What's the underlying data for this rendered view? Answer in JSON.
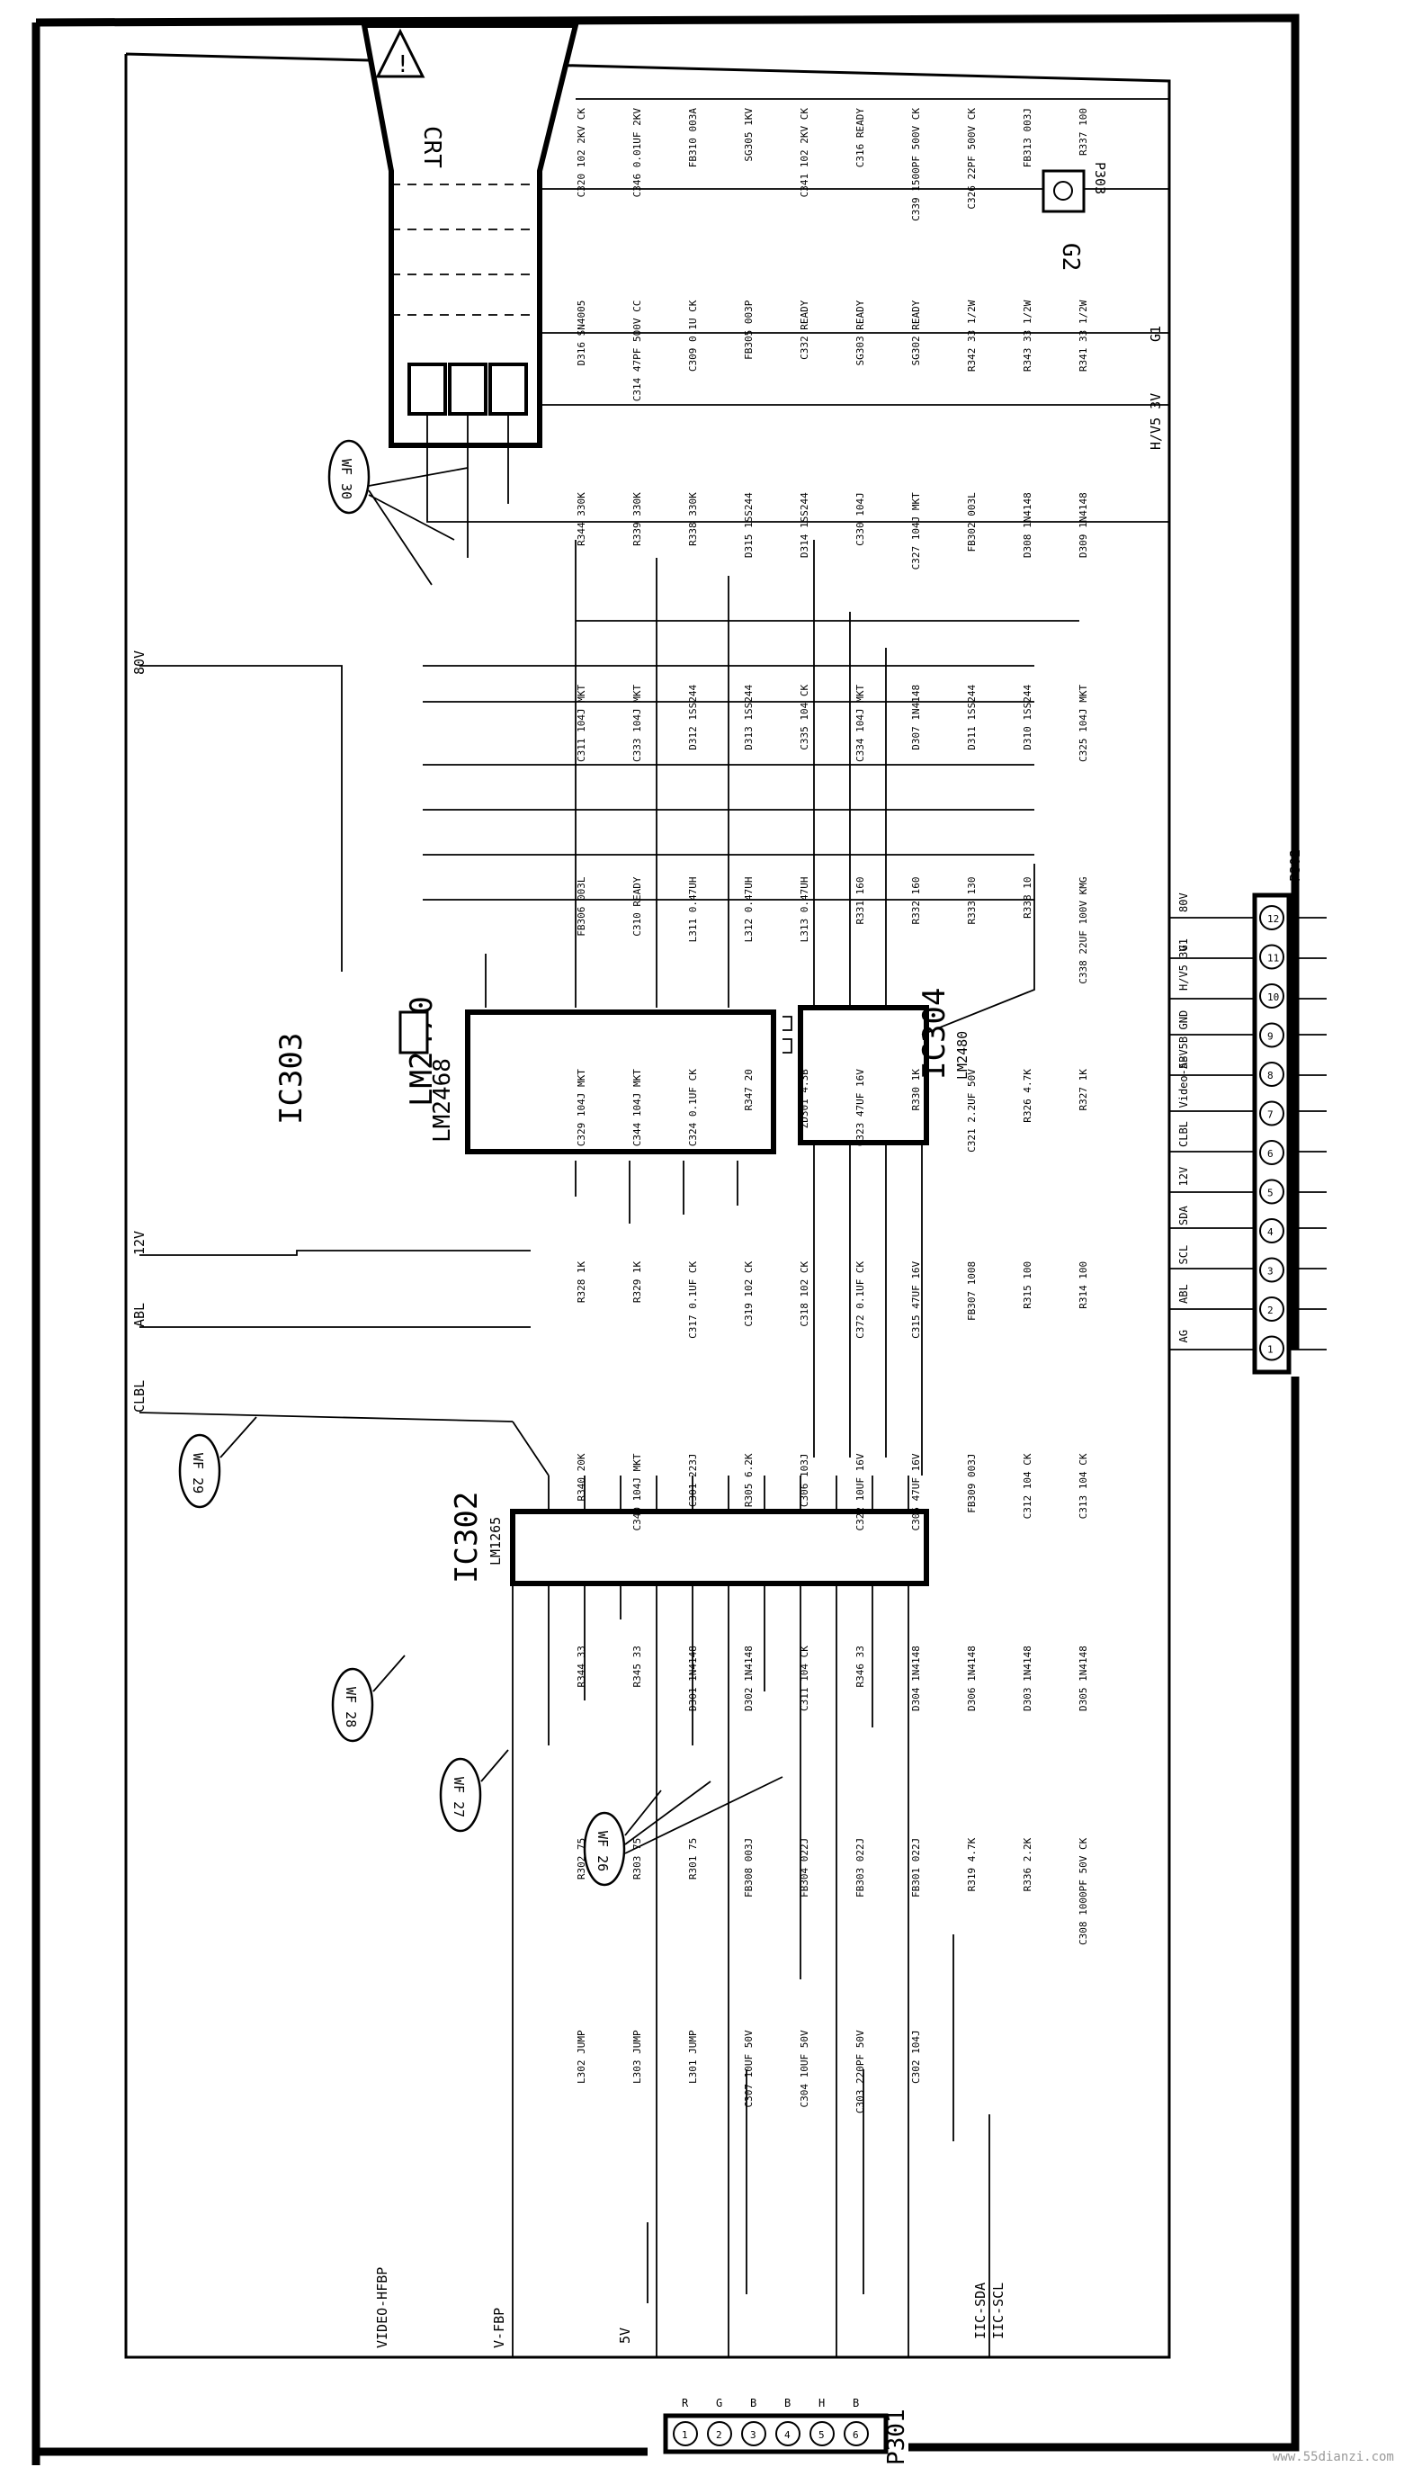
{
  "crt": {
    "label": "CRT",
    "hazard": "!"
  },
  "ics": {
    "ic303": {
      "ref": "IC303",
      "part": "LM2470",
      "alt": "LM2468"
    },
    "ic304": {
      "ref": "IC304",
      "part": "LM2480"
    },
    "ic302": {
      "ref": "IC302",
      "part": "LM1265"
    }
  },
  "connectors": {
    "p302": "P302",
    "p301": "P301",
    "p303": "P303",
    "g2": "G2"
  },
  "waveforms": [
    "WF 30",
    "WF 29",
    "WF 28",
    "WF 27",
    "WF 26"
  ],
  "p302_pins": [
    {
      "num": "12",
      "signal": "80V"
    },
    {
      "num": "11",
      "signal": "G1"
    },
    {
      "num": "10",
      "signal": "H/V5 3V"
    },
    {
      "num": "9",
      "signal": "GND"
    },
    {
      "num": "8",
      "signal": "A-V5B"
    },
    {
      "num": "7",
      "signal": "Video-5B"
    },
    {
      "num": "6",
      "signal": "CLBL"
    },
    {
      "num": "5",
      "signal": "12V"
    },
    {
      "num": "4",
      "signal": "SDA"
    },
    {
      "num": "3",
      "signal": "SCL"
    },
    {
      "num": "2",
      "signal": "ABL"
    },
    {
      "num": "1",
      "signal": "AG"
    }
  ],
  "p301_pins": [
    {
      "num": "1",
      "signal": "R"
    },
    {
      "num": "2",
      "signal": "G"
    },
    {
      "num": "3",
      "signal": "B"
    },
    {
      "num": "4",
      "signal": "B"
    },
    {
      "num": "5",
      "signal": "H"
    },
    {
      "num": "6",
      "signal": "B"
    }
  ],
  "rails": {
    "v80": "80V",
    "v12": "12V",
    "abl": "ABL",
    "clbl": "CLBL",
    "g1": "G1",
    "hv": "H/V5 3V",
    "iic_sda": "IIC-SDA",
    "iic_scl": "IIC-SCL",
    "v5": "5V",
    "vfbp": "VIDEO-HFBP",
    "vfbp2": "V-FBP"
  },
  "components": [
    "C320 102 2KV CK",
    "C346 0.01UF 2KV",
    "FB310 003A",
    "SG305 1KV",
    "C341 102 2KV CK",
    "C316 READY",
    "C339 1500PF 500V CK",
    "C326 22PF 500V CK",
    "FB313 003J",
    "R337 100",
    "D316 SN4005",
    "C314 47PF 500V CC",
    "C309 0.1U CK",
    "FB305 003P",
    "C332 READY",
    "SG303 READY",
    "SG302 READY",
    "R342 33 1/2W",
    "R343 33 1/2W",
    "R341 33 1/2W",
    "R344 330K",
    "R339 330K",
    "R338 330K",
    "D315 1SS244",
    "D314 1SS244",
    "C330 104J",
    "C327 104J MKT",
    "FB302 003L",
    "D308 1N4148",
    "D309 1N4148",
    "C311 104J MKT",
    "C333 104J MKT",
    "D312 1SS244",
    "D313 1SS244",
    "C335 104 CK",
    "C334 104J MKT",
    "D307 1N4148",
    "D311 1SS244",
    "D310 1SS244",
    "C325 104J MKT",
    "FB306 003L",
    "C310 READY",
    "L311 0.47UH",
    "L312 0.47UH",
    "L313 0.47UH",
    "R331 160",
    "R332 160",
    "R333 130",
    "R338 10",
    "C338 22UF 100V KMG",
    "C329 104J MKT",
    "C344 104J MKT",
    "C324 0.1UF CK",
    "R347 20",
    "ZD301 4.3B",
    "C323 47UF 16V",
    "R330 1K",
    "C321 2.2UF 50V",
    "R326 4.7K",
    "R327 1K",
    "R328 1K",
    "R329 1K",
    "C317 0.1UF CK",
    "C319 102 CK",
    "C318 102 CK",
    "C372 0.1UF CK",
    "C315 47UF 16V",
    "FB307 1008",
    "R315 100",
    "R314 100",
    "R340 20K",
    "C340 104J MKT",
    "C301 223J",
    "R305 6.2K",
    "C306 103J",
    "C322 10UF 16V",
    "C305 47UF 16V",
    "FB309 003J",
    "C312 104 CK",
    "C313 104 CK",
    "R344 33",
    "R345 33",
    "D301 1N4148",
    "D302 1N4148",
    "C311 104 CK",
    "R346 33",
    "D304 1N4148",
    "D306 1N4148",
    "D303 1N4148",
    "D305 1N4148",
    "R302 75",
    "R303 75",
    "R301 75",
    "FB308 003J",
    "FB304 022J",
    "FB303 022J",
    "FB301 022J",
    "R319 4.7K",
    "R336 2.2K",
    "C308 1000PF 50V CK",
    "L302 JUMP",
    "L303 JUMP",
    "L301 JUMP",
    "C307 10UF 50V",
    "C304 10UF 50V",
    "C303 220PF 50V",
    "C302 104J"
  ],
  "watermark": "www.55dianzi.com"
}
